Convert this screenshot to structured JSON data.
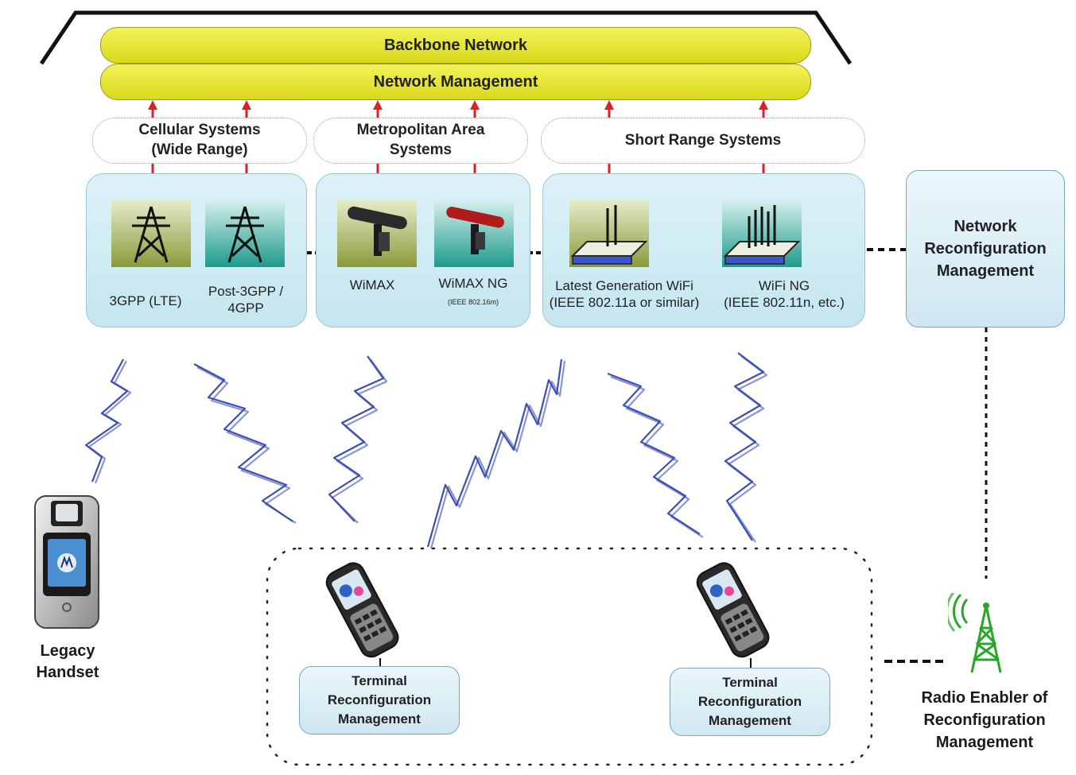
{
  "top_bars": {
    "backbone": "Backbone Network",
    "management": "Network Management"
  },
  "categories": [
    {
      "line1": "Cellular Systems",
      "line2": "(Wide Range)"
    },
    {
      "line1": "Metropolitan Area",
      "line2": "Systems"
    },
    {
      "line1": "Short Range Systems",
      "line2": ""
    }
  ],
  "technologies": [
    {
      "label1": "3GPP (LTE)",
      "label2": "",
      "sub": ""
    },
    {
      "label1": "Post-3GPP /",
      "label2": "4GPP",
      "sub": ""
    },
    {
      "label1": "WiMAX",
      "label2": "",
      "sub": ""
    },
    {
      "label1": "WiMAX NG",
      "label2": "",
      "sub": "(IEEE 802.16m)"
    },
    {
      "label1": "Latest Generation WiFi",
      "label2": "(IEEE 802.11a or similar)",
      "sub": ""
    },
    {
      "label1": "WiFi NG",
      "label2": "(IEEE 802.11n, etc.)",
      "sub": ""
    }
  ],
  "network_reconfig": {
    "line1": "Network",
    "line2": "Reconfiguration",
    "line3": "Management"
  },
  "legacy_handset": {
    "line1": "Legacy",
    "line2": "Handset",
    "icon": "flip-phone-icon"
  },
  "terminals": [
    {
      "line1": "Terminal",
      "line2": "Reconfiguration",
      "line3": "Management"
    },
    {
      "line1": "Terminal",
      "line2": "Reconfiguration",
      "line3": "Management"
    }
  ],
  "radio_enabler": {
    "line1": "Radio Enabler of",
    "line2": "Reconfiguration",
    "line3": "Management",
    "icon": "radio-tower-icon"
  },
  "colors": {
    "bar_yellow": "#e8e838",
    "arrow_red": "#e02020",
    "group_blue": "#cfeaf2",
    "wave_blue": "#3a4fb0",
    "tower_green": "#2aa52a"
  }
}
